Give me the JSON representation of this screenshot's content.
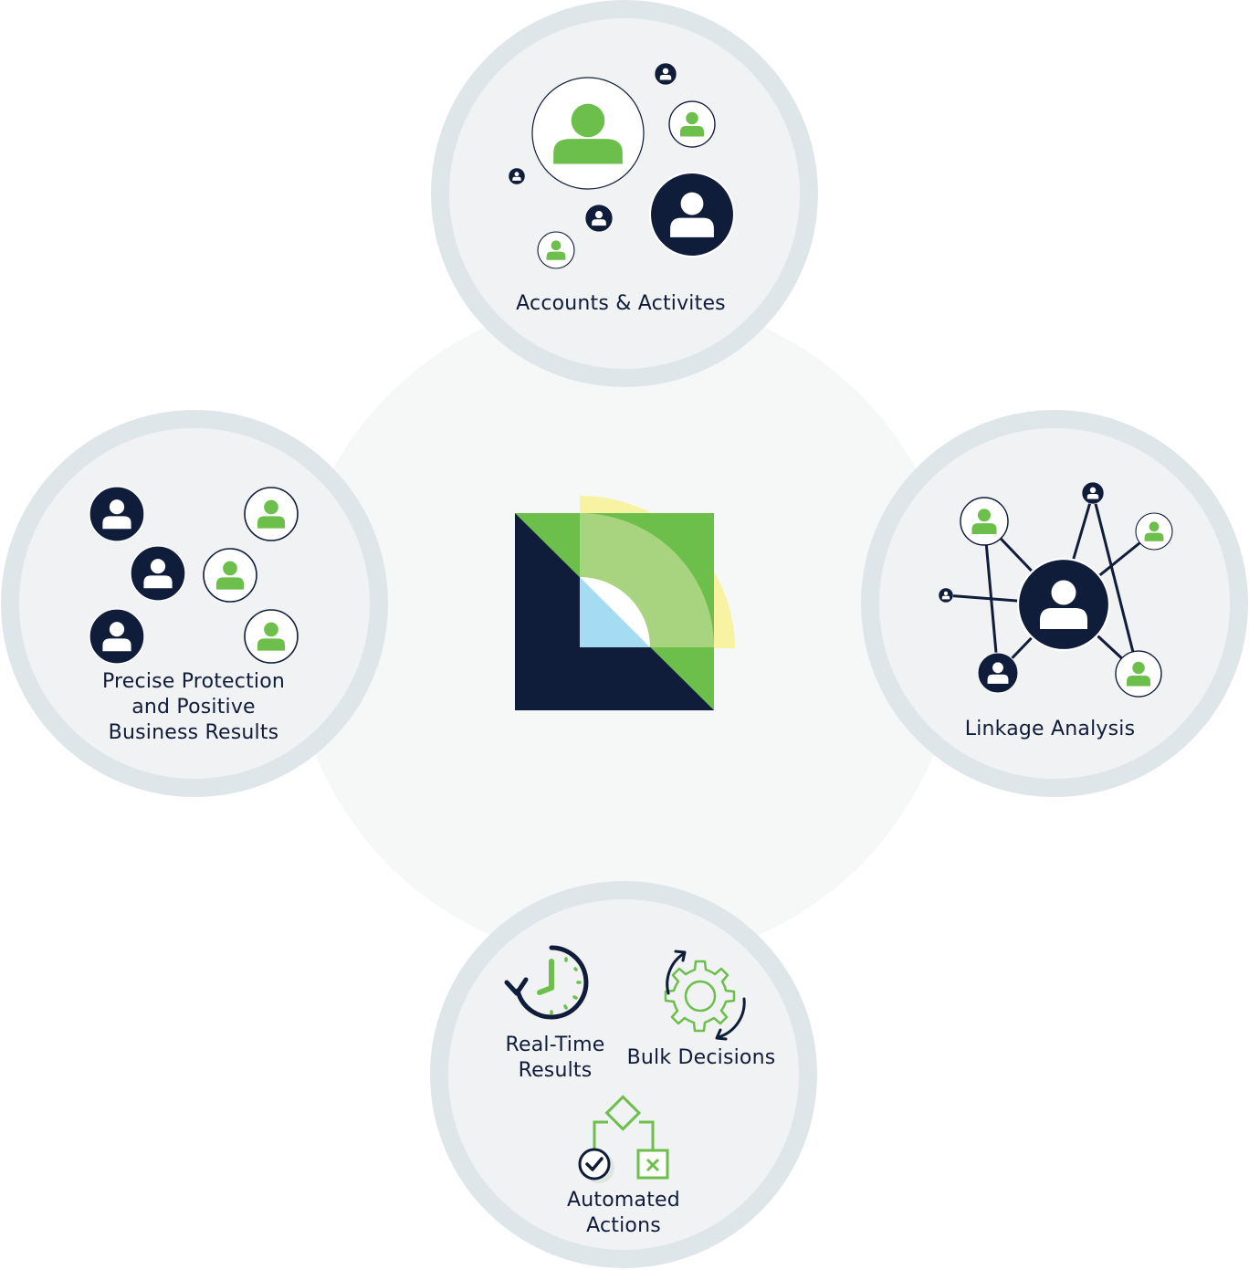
{
  "colors": {
    "navy": "#0f1c3a",
    "green": "#6cbf4b",
    "light_green": "#a8d47f",
    "yellow": "#f7f3a3",
    "light_blue": "#a6dbf4",
    "circle_fill": "#f1f2f4",
    "circle_ring": "#dfe6e9",
    "center_halo": "#f6f7f7"
  },
  "nodes": {
    "top": {
      "label": "Accounts & Activites"
    },
    "left": {
      "label_lines": [
        "Precise Protection",
        "and Positive",
        "Business Results"
      ]
    },
    "right": {
      "label": "Linkage Analysis"
    },
    "bottom": {
      "real_time": {
        "label_lines": [
          "Real-Time",
          "Results"
        ]
      },
      "bulk": {
        "label": "Bulk Decisions"
      },
      "automated": {
        "label_lines": [
          "Automated",
          "Actions"
        ]
      }
    }
  },
  "icons": {
    "user": "user-icon",
    "clock": "clock-icon",
    "gear": "gear-icon",
    "flowchart": "flowchart-icon",
    "logo": "logo-mark"
  }
}
